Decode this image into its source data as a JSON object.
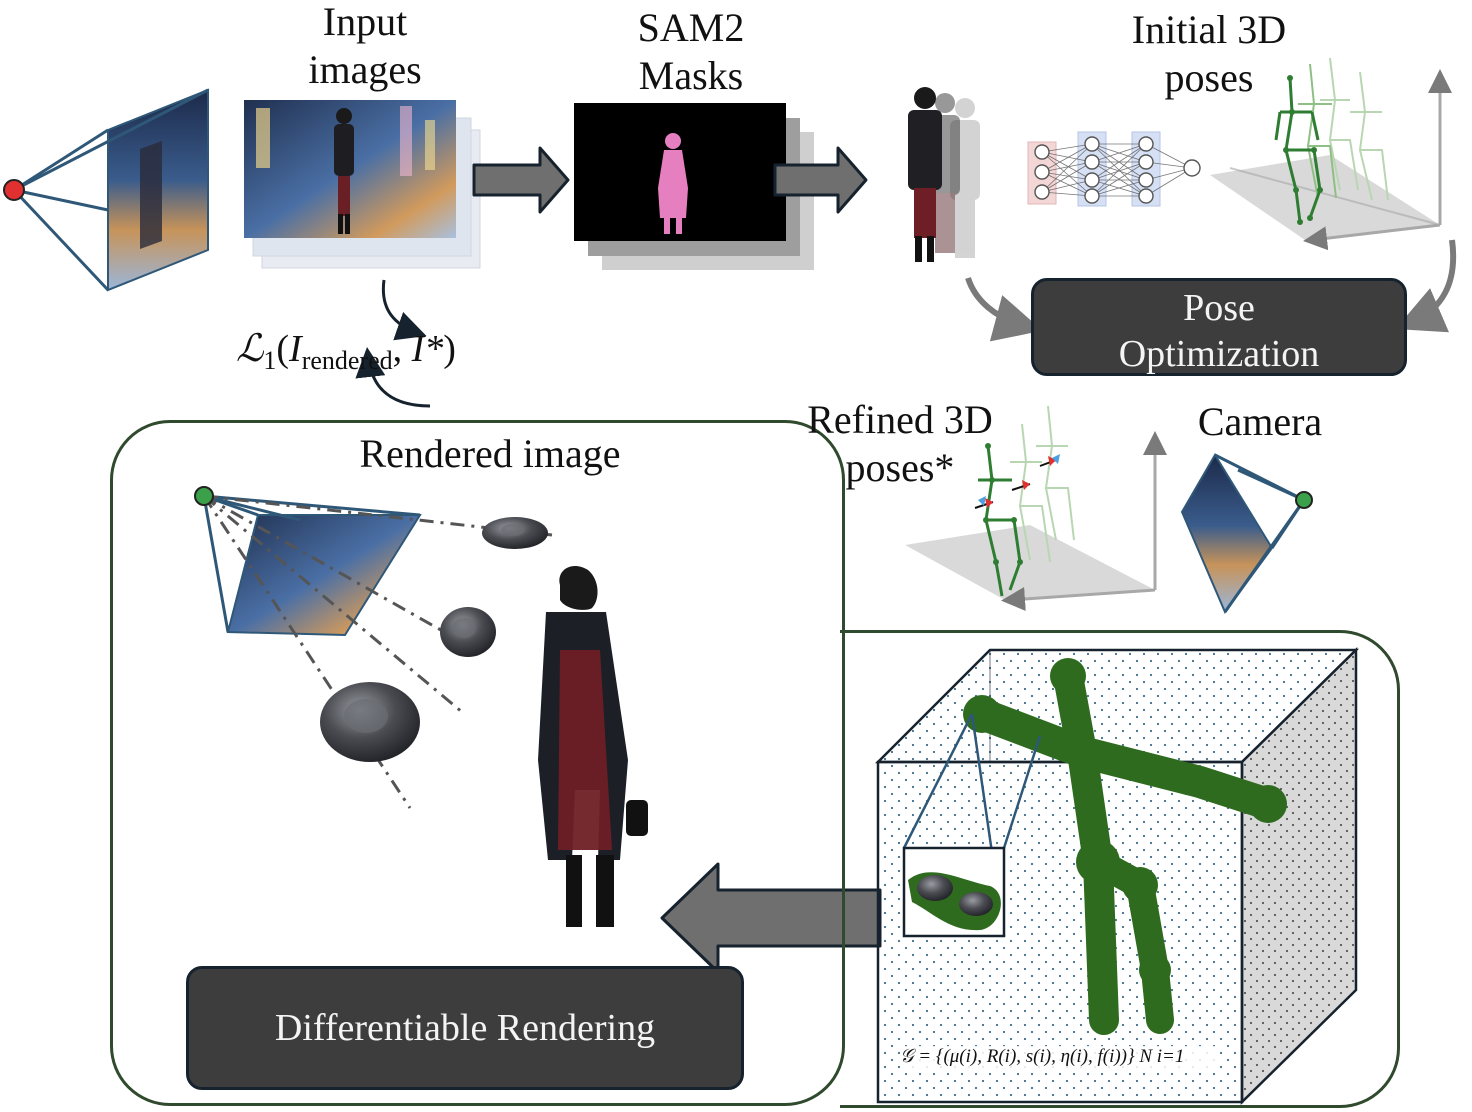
{
  "labels": {
    "input_images": [
      "Input",
      "images"
    ],
    "sam2_masks": [
      "SAM2",
      "Masks"
    ],
    "initial_3d_poses": [
      "Initial 3D",
      "poses"
    ],
    "pose_optimization": [
      "Pose",
      "Optimization"
    ],
    "refined_3d_poses": [
      "Refined 3D",
      "poses*"
    ],
    "camera": "Camera",
    "rendered_image": "Rendered image",
    "differentiable_rendering": "Differentiable Rendering"
  },
  "loss_formula": {
    "text": "ℒ1(Irendered, I*)",
    "parts": {
      "script_l": "ℒ",
      "sub1": "1",
      "open": "(",
      "i": "I",
      "rendered": "rendered",
      "comma": ", ",
      "istar": "I*",
      "close": ")"
    }
  },
  "gaussian_formula": "𝒢 = {(μ(i), R(i), s(i), η(i), f(i))} N i=1",
  "colors": {
    "dark_box": "#3d3d3d",
    "panel_border": "#2f4a2c",
    "skeleton_green": "#2e6b1f",
    "light_green": "#8fbf84",
    "mask_pink": "#e67fc0",
    "camera_red": "#e03030",
    "camera_green": "#3aa04a",
    "camera_lines": "#2f5878",
    "arrow_gray": "#7a7a7a"
  },
  "icons": [
    "camera-icon",
    "neural-network-icon",
    "gaussian-ellipsoid-icon",
    "arrow-icon"
  ]
}
